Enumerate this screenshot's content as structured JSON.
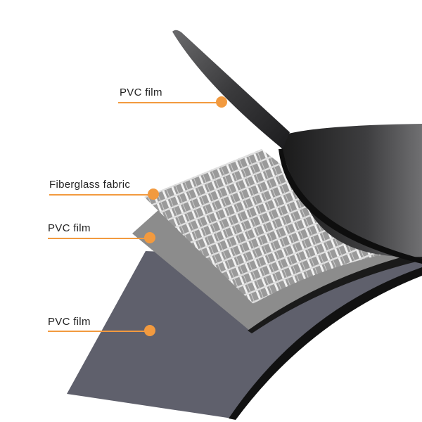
{
  "labels": {
    "top_film": "PVC film",
    "fiberglass": "Fiberglass fabric",
    "middle_film": "PVC film",
    "bottom_film": "PVC film"
  },
  "colors": {
    "accent": "#f29a3f",
    "bottom_film": "#5f606c",
    "middle_film": "#8c8c8c",
    "top_film": "#2c2c2e",
    "mesh": "#e8e8e8"
  }
}
